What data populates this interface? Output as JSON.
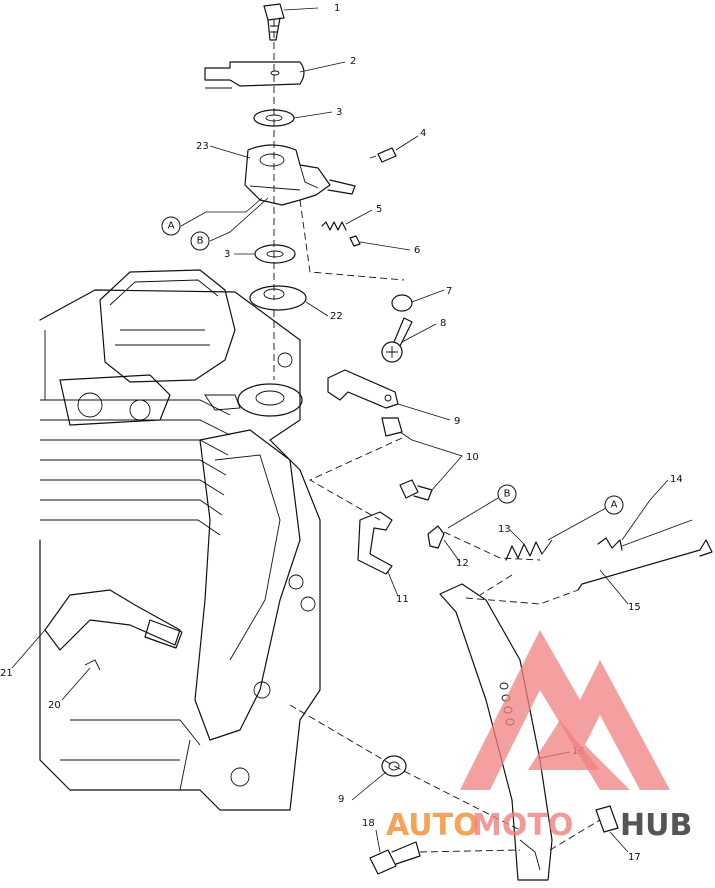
{
  "callouts": [
    {
      "id": "c1",
      "text": "1"
    },
    {
      "id": "c2",
      "text": "2"
    },
    {
      "id": "c3a",
      "text": "3"
    },
    {
      "id": "c23",
      "text": "23"
    },
    {
      "id": "c4",
      "text": "4"
    },
    {
      "id": "c5",
      "text": "5"
    },
    {
      "id": "c6",
      "text": "6"
    },
    {
      "id": "c3b",
      "text": "3"
    },
    {
      "id": "c7",
      "text": "7"
    },
    {
      "id": "c22",
      "text": "22"
    },
    {
      "id": "c8",
      "text": "8"
    },
    {
      "id": "c9a",
      "text": "9"
    },
    {
      "id": "c10",
      "text": "10"
    },
    {
      "id": "c12",
      "text": "12"
    },
    {
      "id": "c13",
      "text": "13"
    },
    {
      "id": "c14",
      "text": "14"
    },
    {
      "id": "c11",
      "text": "11"
    },
    {
      "id": "c15",
      "text": "15"
    },
    {
      "id": "c16",
      "text": "16"
    },
    {
      "id": "c21",
      "text": "21"
    },
    {
      "id": "c20",
      "text": "20"
    },
    {
      "id": "c9b",
      "text": "9"
    },
    {
      "id": "c18",
      "text": "18"
    },
    {
      "id": "c17",
      "text": "17"
    }
  ],
  "references": {
    "a_left": "A",
    "b_left": "B",
    "b_right": "B",
    "a_right": "A"
  },
  "watermark": {
    "text_auto": "AUTO",
    "text_moto": "MOTO",
    "text_hub": "HUB",
    "color_logo": "#f08080",
    "color_auto": "#f3a35a",
    "color_hub": "#555555"
  }
}
